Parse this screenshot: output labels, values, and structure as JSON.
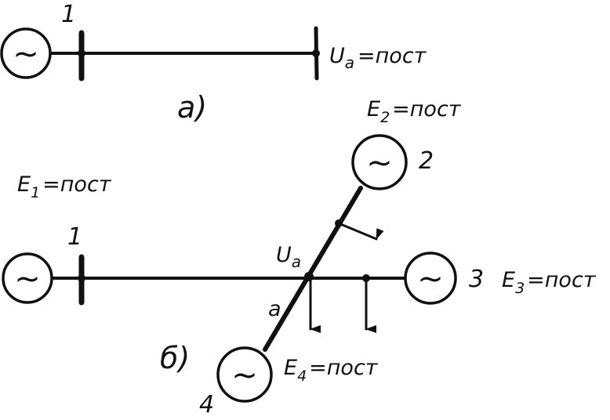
{
  "figure_a": {
    "caption": "а)",
    "generator_number": "1",
    "bus_voltage_label": "U",
    "bus_voltage_subscript": "a",
    "bus_voltage_value": "=пост",
    "generator_symbol": "~"
  },
  "figure_b": {
    "caption": "б)",
    "generators": [
      {
        "number": "1",
        "emf": "E",
        "subscript": "1",
        "value": "=пост",
        "symbol": "~"
      },
      {
        "number": "2",
        "emf": "E",
        "subscript": "2",
        "value": "=пост",
        "symbol": "~"
      },
      {
        "number": "3",
        "emf": "E",
        "subscript": "3",
        "value": "=пост",
        "symbol": "~"
      },
      {
        "number": "4",
        "emf": "E",
        "subscript": "4",
        "value": "=пост",
        "symbol": "~"
      }
    ],
    "node_label": "U",
    "node_subscript": "a",
    "node_name": "a"
  },
  "colors": {
    "ink": "#111111",
    "background": "#ffffff"
  }
}
